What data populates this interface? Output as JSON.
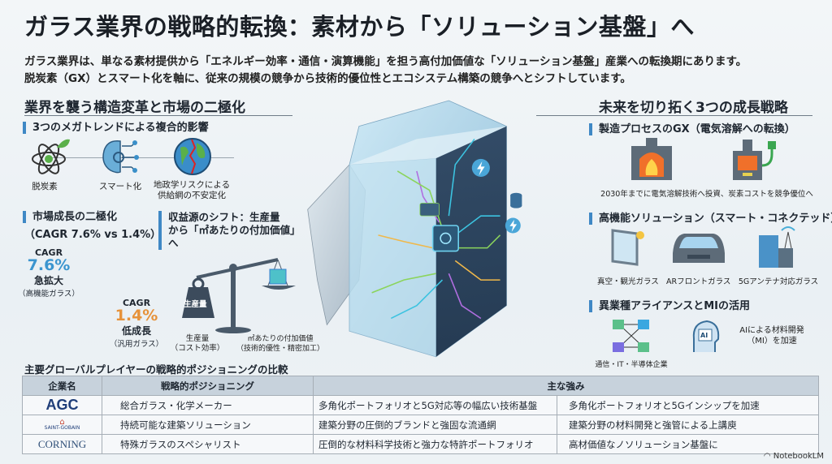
{
  "title": "ガラス業界の戦略的転換：素材から「ソリューション基盤」へ",
  "subtitle": [
    "ガラス業界は、単なる素材提供から「エネルギー効率・通信・演算機能」を担う高付加価値な「ソリューション基盤」産業への転換期にあります。",
    "脱炭素（GX）とスマート化を軸に、従来の規模の競争から技術的優位性とエコシステム構築の競争へとシフトしています。"
  ],
  "left": {
    "heading": "業界を襲う構造変革と市場の二極化",
    "megatrends": {
      "heading": "3つのメガトレンドによる複合的影響",
      "items": [
        {
          "label": "脱炭素",
          "icon": "atom-leaf-icon"
        },
        {
          "label": "スマート化",
          "icon": "brain-circuit-icon"
        },
        {
          "label": "地政学リスクによる\n供給網の不安定化",
          "icon": "cracked-globe-icon"
        }
      ]
    },
    "market": {
      "heading": "市場成長の二極化",
      "heading2": "（CAGR 7.6% vs 1.4%）",
      "high": {
        "cagr_label": "CAGR",
        "value": "7.6%",
        "desc": "急拡大",
        "note": "（高機能ガラス）"
      },
      "low": {
        "cagr_label": "CAGR",
        "value": "1.4%",
        "desc": "低成長",
        "note": "（汎用ガラス）"
      }
    },
    "revenue": {
      "heading": "収益源のシフト：生産量\nから「㎡あたりの付加価値」\nへ",
      "weight_label": "生産量",
      "left_label": "生産量\n（コスト効率）",
      "right_label": "㎡あたりの付加価値\n（技術的優性・精密加工）"
    }
  },
  "right": {
    "heading": "未来を切り拓く3つの成長戦略",
    "gx": {
      "heading": "製造プロセスのGX（電気溶解への転換）",
      "caption": "2030年までに電気溶解技術へ投資、炭素コストを競争優位へ"
    },
    "solutions": {
      "heading": "高機能ソリューション（スマート・コネクテッド）",
      "items": [
        "真空・観光ガラス",
        "ARフロントガラス",
        "5Gアンテナ対応ガラス"
      ]
    },
    "alliance": {
      "heading": "異業種アライアンスとMIの活用",
      "network_label": "通信・IT・半導体企業",
      "ai_icon_text": "AI",
      "ai_label": "AIによる材料開発\n（MI）を加速"
    }
  },
  "table": {
    "title": "主要グローバルプレイヤーの戦略的ポジショニングの比較",
    "headers": [
      "企業名",
      "戦略的ポジショニング",
      "主な強み"
    ],
    "rows": [
      {
        "company": "AGC",
        "position": "総合ガラス・化学メーカー",
        "strength1": "多角化ポートフォリオと5G対応等の幅広い技術基盤",
        "strength2": "多角化ポートフォリオと5Gインシップを加速"
      },
      {
        "company": "SAINT-GOBAIN",
        "position": "持続可能な建築ソリューション",
        "strength1": "建築分野の圧倒的ブランドと強固な流通網",
        "strength2": "建築分野の材料開発と強管による上講庾"
      },
      {
        "company": "CORNING",
        "position": "特殊ガラスのスペシャリスト",
        "strength1": "圧倒的な材料科学技術と強力な特許ポートフォリオ",
        "strength2": "高材価値なノソリューション基盤に"
      }
    ]
  },
  "footer": {
    "brand": "NotebookLM"
  },
  "colors": {
    "accent": "#3f88c5",
    "high": "#3b95cf",
    "low": "#e6923a",
    "agc": "#1f3e79"
  }
}
